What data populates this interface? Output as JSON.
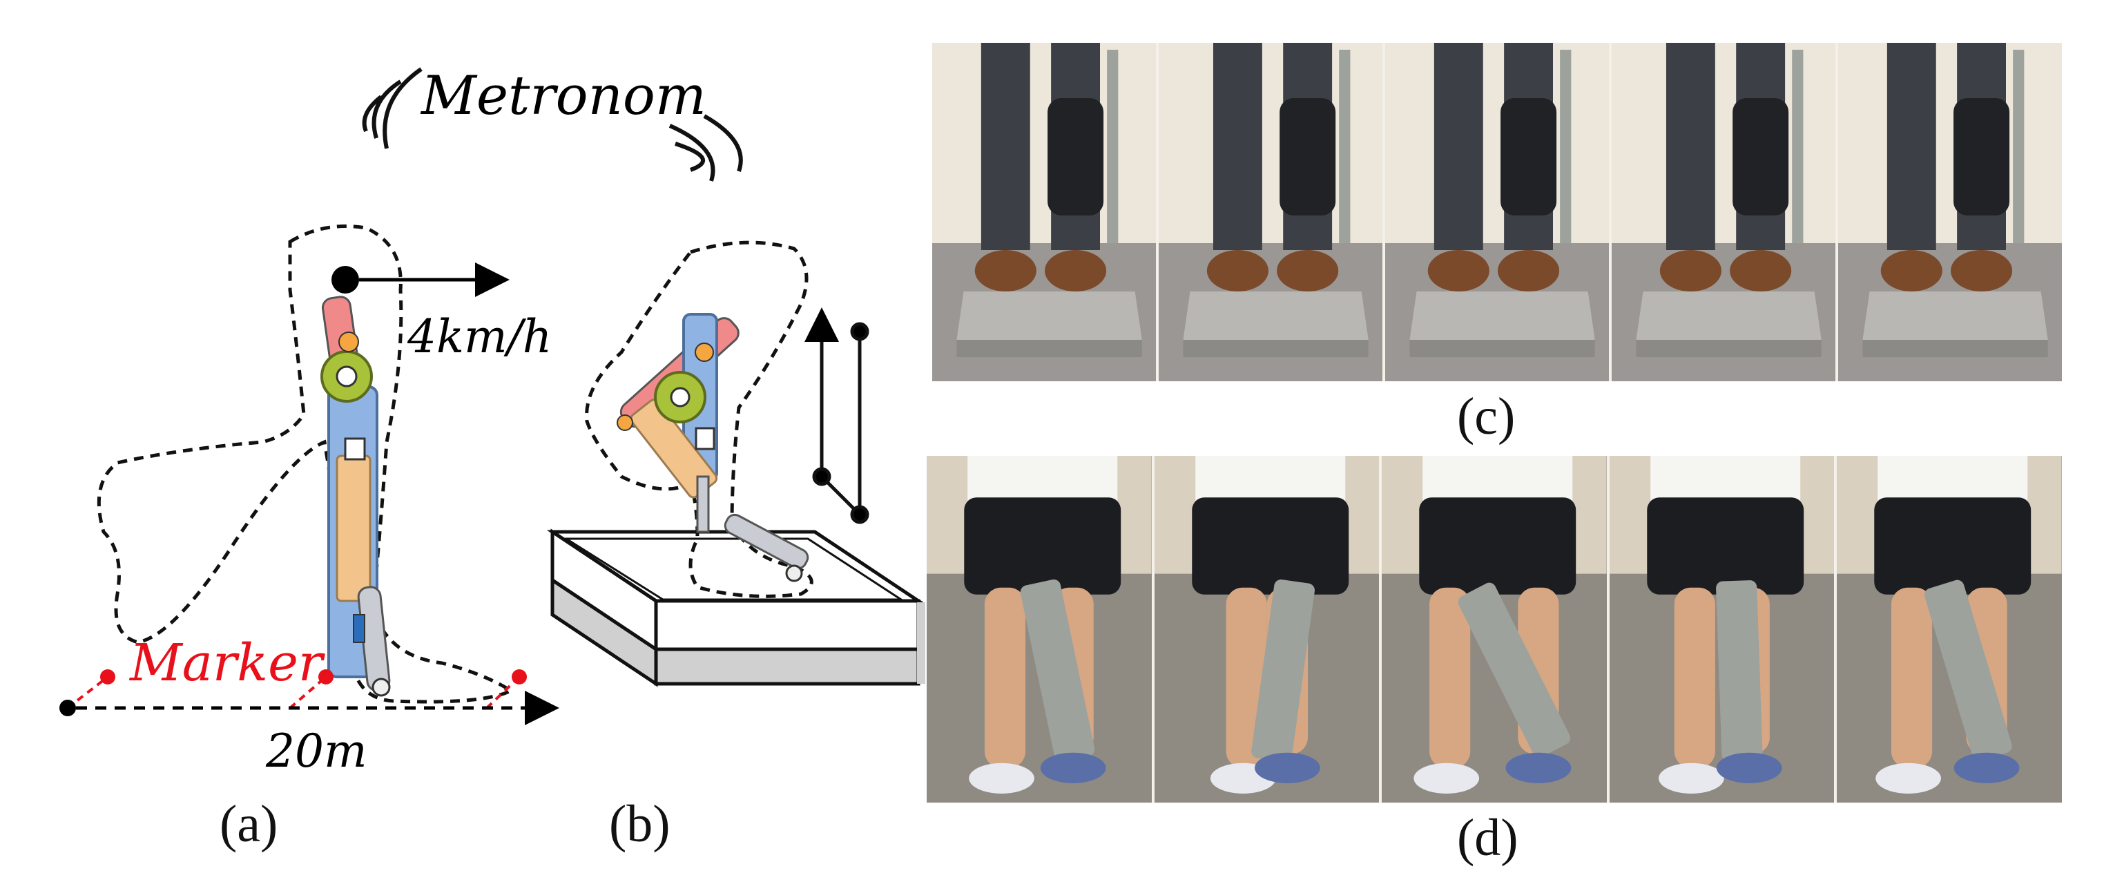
{
  "panel_labels": {
    "a": "(a)",
    "b": "(b)",
    "c": "(c)",
    "d": "(d)"
  },
  "annotations": {
    "metronome": "Metronom",
    "speed": "4km/h",
    "marker": "Marker",
    "distance": "20m"
  },
  "colors": {
    "marker_red": "#e8101a",
    "link_pink": "#f08a8a",
    "link_blue": "#8fb4e3",
    "link_orange": "#f2c48c",
    "gear_green": "#a8c23a",
    "foot_grey": "#c9cdd3",
    "wall": "#ece6db",
    "floor_c": "#9a9794",
    "platform": "#b9b7b3",
    "jeans": "#3c3f45",
    "boots": "#7a4a2a",
    "floor_d": "#8f8a82",
    "shorts": "#1c1d20",
    "shirt": "#f5f5f2",
    "skin": "#d7a783",
    "exo_metal": "#9da29d"
  },
  "photos_c": [
    {
      "name": "standing-frame-1"
    },
    {
      "name": "standing-frame-2"
    },
    {
      "name": "standing-frame-3"
    },
    {
      "name": "standing-frame-4"
    },
    {
      "name": "standing-frame-5"
    }
  ],
  "photos_d": [
    {
      "name": "walking-frame-1"
    },
    {
      "name": "walking-frame-2"
    },
    {
      "name": "walking-frame-3"
    },
    {
      "name": "walking-frame-4"
    },
    {
      "name": "walking-frame-5"
    }
  ]
}
